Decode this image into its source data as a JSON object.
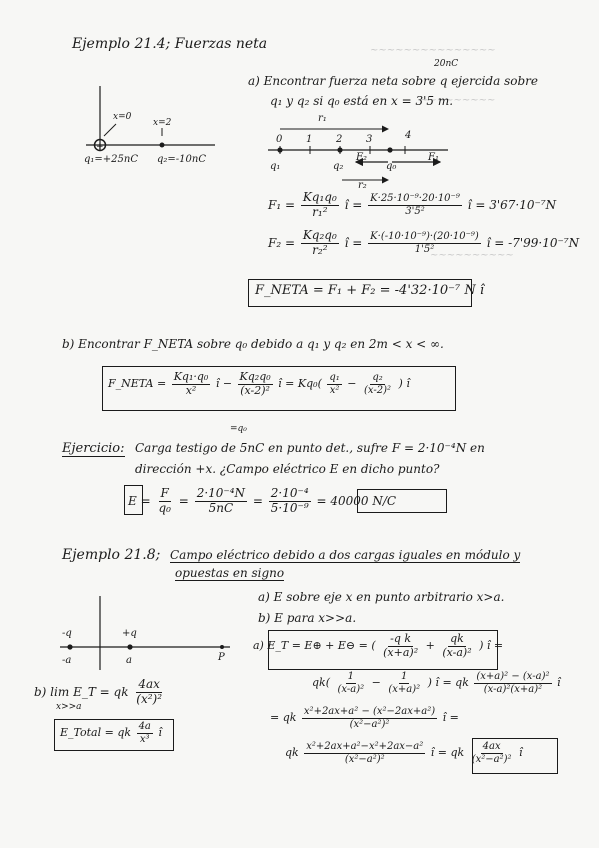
{
  "ex214": {
    "title": "Ejemplo 21.4; Fuerzas neta",
    "a_line1": "a) Encontrar fuerza neta sobre q ejercida sobre",
    "a_line2": "q₁ y q₂ si q₀ está en x = 3'5 m.",
    "q0_charge": "20nC",
    "fig1": {
      "x0": "x=0",
      "x2": "x=2",
      "q1": "q₁=+25nC",
      "q2": "q₂=-10nC"
    },
    "fig2": {
      "t0": "0",
      "t1": "1",
      "t2": "2",
      "t3": "3",
      "t4": "4",
      "r1": "r₁",
      "r2": "r₂",
      "q1": "q₁",
      "q2": "q₂",
      "q0": "q₀",
      "F2": "F₂",
      "F1": "F₁"
    },
    "f1": {
      "lhs": "F₁ =",
      "num": "Kq₁q₀",
      "den": "r₁²",
      "mid": "î =",
      "num2": "K·25·10⁻⁹·20·10⁻⁹",
      "den2": "3'5²",
      "res": "î = 3'67·10⁻⁷N"
    },
    "f2": {
      "lhs": "F₂ =",
      "num": "Kq₂q₀",
      "den": "r₂²",
      "mid": "î =",
      "num2": "K·(-10·10⁻⁹)·(20·10⁻⁹)",
      "den2": "1'5²",
      "res": "î = -7'99·10⁻⁷N"
    },
    "fneta": "F_NETA = F₁ + F₂ = -4'32·10⁻⁷ N î",
    "b_line": "b) Encontrar F_NETA sobre q₀ debido a q₁ y q₂ en 2m < x < ∞.",
    "b_eq": {
      "lhs": "F_NETA =",
      "n1": "Kq₁·q₀",
      "d1": "x²",
      "m1": "î −",
      "n2": "Kq₂q₀",
      "d2": "(x-2)²",
      "m2": "î =",
      "pre": "Kq₀(",
      "n3": "q₁",
      "d3": "x²",
      "minus": "−",
      "n4": "q₂",
      "d4": "(x-2)²",
      "end": ") î"
    }
  },
  "ejercicio": {
    "label": "Ejercicio:",
    "line1": "Carga testigo de 5nC en punto det., sufre F = 2·10⁻⁴N en",
    "line2": "dirección +x. ¿Campo eléctrico E en dicho punto?",
    "over": "=q₀",
    "eq": {
      "lhs": "E =",
      "n1": "F",
      "d1": "q₀",
      "e1": "=",
      "n2": "2·10⁻⁴N",
      "d2": "5nC",
      "e2": "=",
      "n3": "2·10⁻⁴",
      "d3": "5·10⁻⁹",
      "e3": "=",
      "res": "40000 N/C"
    }
  },
  "ex218": {
    "title": "Ejemplo 21.8;",
    "subtitle1": "Campo eléctrico debido a dos cargas iguales en módulo y",
    "subtitle2": "opuestas en signo",
    "a_line": "a) E sobre eje x en punto arbitrario x>a.",
    "b_line": "b) E para x>>a.",
    "fig": {
      "mq": "-q",
      "pq": "+q",
      "ma": "-a",
      "pa": "a",
      "p": "P"
    },
    "a1": {
      "pre": "a)",
      "lhs": "E_T = E⊕ + E⊖ = (",
      "n1": "-q k",
      "d1": "(x+a)²",
      "plus": "+",
      "n2": "qk",
      "d2": "(x-a)²",
      "end": ") î ="
    },
    "a2": {
      "pre": "qk(",
      "n1": "1",
      "d1": "(x-a)²",
      "minus": "−",
      "n2": "1",
      "d2": "(x+a)²",
      "mid": ") î = qk",
      "n3": "(x+a)² − (x-a)²",
      "d3": "(x-a)²(x+a)²",
      "end": "î"
    },
    "a3": {
      "pre": "= qk",
      "num": "x²+2ax+a² − (x²−2ax+a²)",
      "den": "(x²−a²)²",
      "end": "î ="
    },
    "a4": {
      "pre": "qk",
      "num": "x²+2ax+a²−x²+2ax−a²",
      "den": "(x²−a²)²",
      "mid": "î = qk",
      "n2": "4ax",
      "d2": "(x²−a²)²",
      "end": "î"
    },
    "b1": {
      "pre": "b) lim",
      "sub": "x>>a",
      "mid": "E_T = qk",
      "num": "4ax",
      "den": "(x²)²"
    },
    "b2": {
      "lhs": "E_Total = qk",
      "num": "4a",
      "den": "x³",
      "end": "î"
    }
  }
}
